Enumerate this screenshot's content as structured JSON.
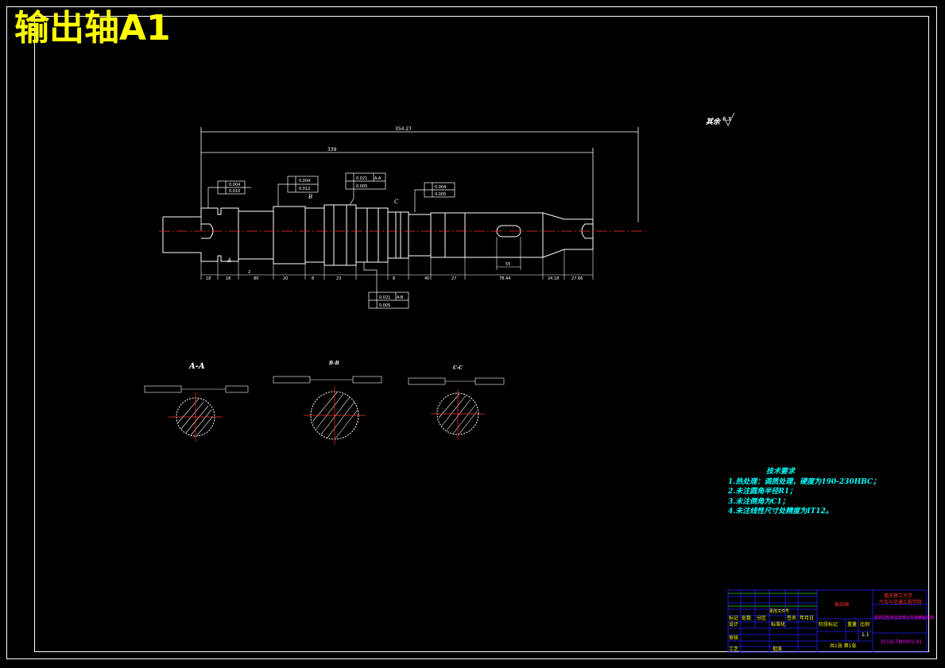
{
  "title": "输出轴A1",
  "surface_note": {
    "label": "其余",
    "value": "6.3"
  },
  "tech_requirements": {
    "heading": "技术要求",
    "items": [
      "1.热处理：调质处理，硬度为190-230HBC；",
      "2.未注圆角半径R1；",
      "3.未注倒角为C1；",
      "4.未注线性尺寸处精度为IT12。"
    ]
  },
  "dimensions": {
    "total": "354.27",
    "span": "339",
    "segments": [
      "18",
      "18",
      "2",
      "80",
      "20",
      "8",
      "23",
      "8",
      "40",
      "27",
      "78.44",
      "24.18",
      "27.66",
      "55"
    ]
  },
  "tolerances": {
    "a": [
      "0.004",
      "0.010"
    ],
    "b": [
      "0.004",
      "0.012"
    ],
    "c": [
      "0.021",
      "0.005",
      "A-A"
    ],
    "d": [
      "0.004",
      "0.005"
    ],
    "e": [
      "0.021",
      "0.005",
      "A-B"
    ]
  },
  "section_labels": {
    "a": "A-A",
    "b": "B-B",
    "c": "C-C"
  },
  "datum_labels": [
    "A",
    "B",
    "C"
  ],
  "title_block": {
    "school": "重庆理工大学",
    "college": "汽车与交通工程学院",
    "part_name": "输出轴",
    "drawing_name": "超高扭矩新型双离合变速器输出轴",
    "drawing_no": "SCUG-TM0001-01",
    "scale": "1:1",
    "sheet": "共1张 第1张",
    "labels": [
      "标记",
      "处数",
      "分区",
      "更改文件号",
      "签名",
      "年月日",
      "设计",
      "标准化",
      "审核",
      "工艺",
      "批准",
      "阶段标记",
      "重量",
      "比例"
    ]
  },
  "colors": {
    "frame": "#ffffff",
    "title": "#ffff00",
    "tech": "#00ffff",
    "center": "#ff3030",
    "block_grid": "#2020ff"
  }
}
